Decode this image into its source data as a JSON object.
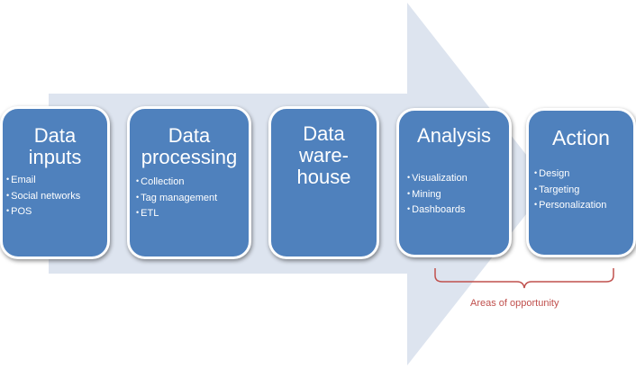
{
  "colors": {
    "box": "#4f81bd",
    "arrow": "#dde4ef",
    "annotation": "#c0504d"
  },
  "stages": [
    {
      "title": "Data\ninputs",
      "items": [
        "Email",
        "Social networks",
        "POS"
      ]
    },
    {
      "title": "Data\nprocessing",
      "items": [
        "Collection",
        "Tag management",
        "ETL"
      ]
    },
    {
      "title": "Data\nware-\nhouse",
      "items": []
    },
    {
      "title": "Analysis",
      "items": [
        "Visualization",
        "Mining",
        "Dashboards"
      ]
    },
    {
      "title": "Action",
      "items": [
        "Design",
        "Targeting",
        "Personalization"
      ]
    }
  ],
  "annotation": {
    "label": "Areas of opportunity"
  }
}
